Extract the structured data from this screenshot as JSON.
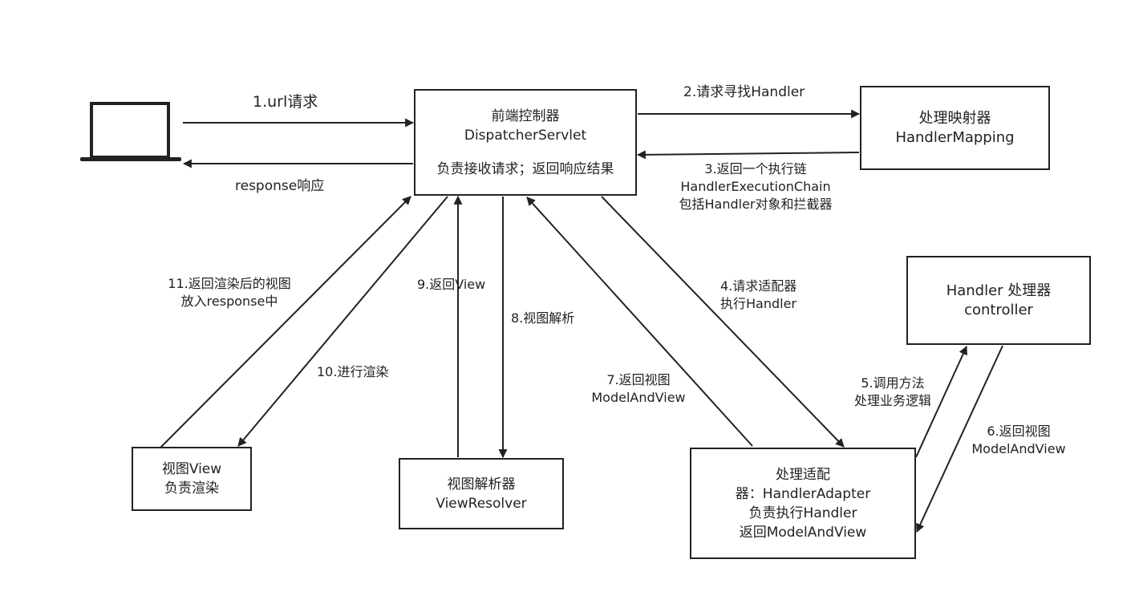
{
  "nodes": {
    "client": {
      "icon": "laptop-icon"
    },
    "dispatcher": {
      "lines": [
        "前端控制器",
        "DispatcherServlet"
      ],
      "desc": "负责接收请求；返回响应结果"
    },
    "handler_mapping": {
      "lines": [
        "处理映射器",
        "HandlerMapping"
      ]
    },
    "handler": {
      "lines": [
        "Handler 处理器",
        "controller"
      ]
    },
    "handler_adapter": {
      "lines": [
        "处理适配",
        "器：HandlerAdapter",
        "负责执行Handler",
        "返回ModelAndView"
      ]
    },
    "view_resolver": {
      "lines": [
        "视图解析器",
        "ViewResolver"
      ]
    },
    "view": {
      "lines": [
        "视图View",
        "负责渲染"
      ]
    }
  },
  "edges": {
    "e1": {
      "lines": [
        "1.url请求"
      ]
    },
    "response": {
      "lines": [
        "response响应"
      ]
    },
    "e2": {
      "lines": [
        "2.请求寻找Handler"
      ]
    },
    "e3": {
      "lines": [
        "3.返回一个执行链",
        "HandlerExecutionChain",
        "包括Handler对象和拦截器"
      ]
    },
    "e4": {
      "lines": [
        "4.请求适配器",
        "执行Handler"
      ]
    },
    "e5": {
      "lines": [
        "5.调用方法",
        "处理业务逻辑"
      ]
    },
    "e6": {
      "lines": [
        "6.返回视图",
        "ModelAndView"
      ]
    },
    "e7": {
      "lines": [
        "7.返回视图",
        "ModelAndView"
      ]
    },
    "e8": {
      "lines": [
        "8.视图解析"
      ]
    },
    "e9": {
      "lines": [
        "9.返回View"
      ]
    },
    "e10": {
      "lines": [
        "10.进行渲染"
      ]
    },
    "e11": {
      "lines": [
        "11.返回渲染后的视图",
        "放入response中"
      ]
    }
  }
}
